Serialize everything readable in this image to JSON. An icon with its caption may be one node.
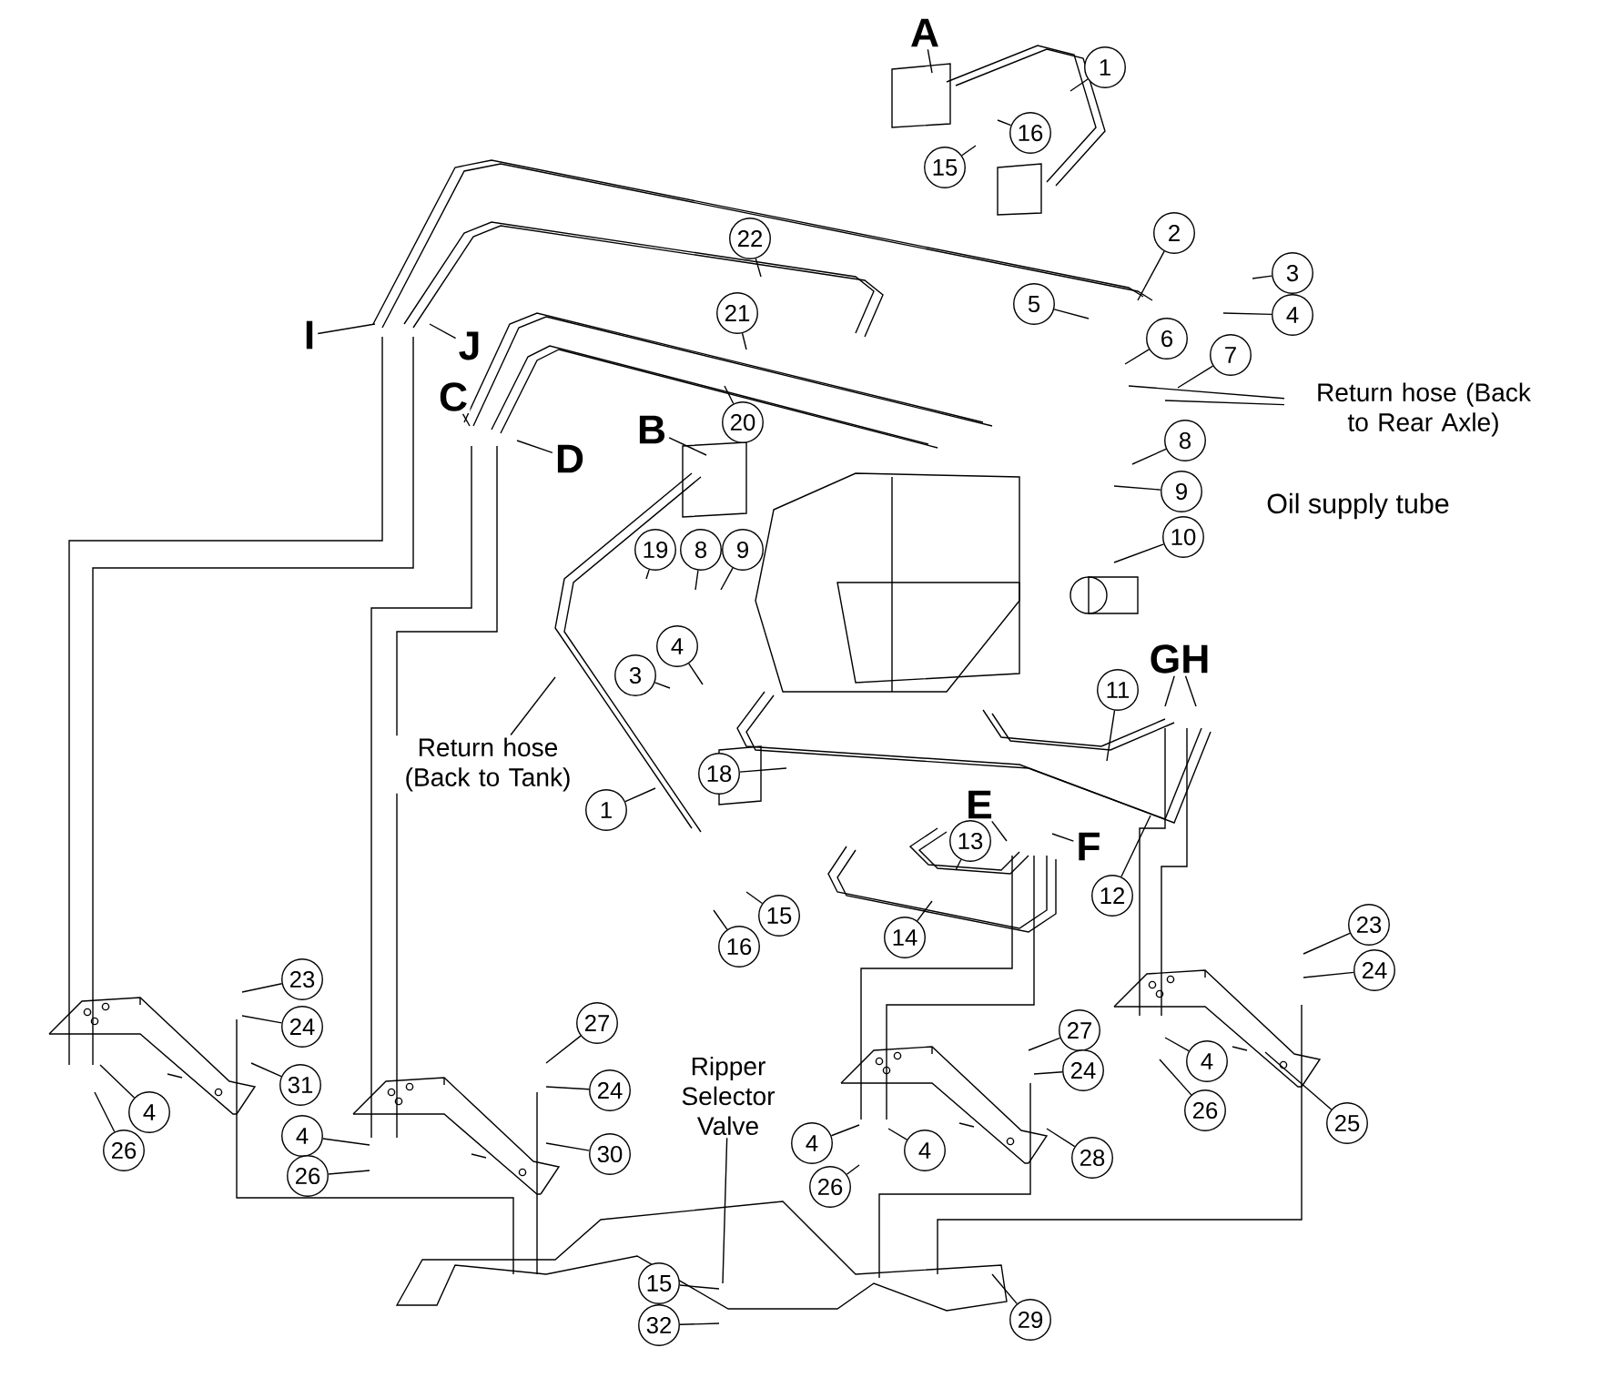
{
  "diagram": {
    "nodes": [
      {
        "text": [
          "A"
        ]
      },
      {
        "text": [
          "1"
        ]
      },
      {
        "text": [
          "16"
        ]
      },
      {
        "text": [
          "15"
        ]
      },
      {
        "text": [
          "2"
        ]
      },
      {
        "text": [
          "3"
        ]
      },
      {
        "text": [
          "4"
        ]
      },
      {
        "text": [
          "22"
        ]
      },
      {
        "text": [
          "I"
        ]
      },
      {
        "text": [
          "J"
        ]
      },
      {
        "text": [
          "5"
        ]
      },
      {
        "text": [
          "6"
        ]
      },
      {
        "text": [
          "7"
        ]
      },
      {
        "text": [
          "Return hose (Back to Rear Axle)"
        ]
      },
      {
        "text": [
          "21"
        ]
      },
      {
        "text": [
          "20"
        ]
      },
      {
        "text": [
          "C"
        ]
      },
      {
        "text": [
          "D"
        ]
      },
      {
        "text": [
          "8"
        ]
      },
      {
        "text": [
          "9"
        ]
      },
      {
        "text": [
          "10"
        ]
      },
      {
        "text": [
          "B"
        ]
      },
      {
        "text": [
          "19"
        ]
      },
      {
        "text": [
          "8"
        ]
      },
      {
        "text": [
          "9"
        ]
      },
      {
        "text": [
          "4"
        ]
      },
      {
        "text": [
          "3"
        ]
      },
      {
        "text": [
          "GH"
        ]
      },
      {
        "text": [
          "11"
        ]
      },
      {
        "text": [
          "Return hose (Back to Tank)"
        ]
      },
      {
        "text": [
          "18"
        ]
      },
      {
        "text": [
          "1"
        ]
      },
      {
        "text": [
          "E"
        ]
      },
      {
        "text": [
          "13"
        ]
      },
      {
        "text": [
          "F"
        ]
      },
      {
        "text": [
          "12"
        ]
      },
      {
        "text": [
          "14"
        ]
      },
      {
        "text": [
          "16"
        ]
      },
      {
        "text": [
          "15"
        ]
      },
      {
        "text": [
          "23"
        ]
      },
      {
        "text": [
          "24"
        ]
      },
      {
        "text": [
          "4"
        ]
      },
      {
        "text": [
          "26"
        ]
      },
      {
        "text": [
          "25"
        ]
      },
      {
        "text": [
          "23"
        ]
      },
      {
        "text": [
          "24"
        ]
      },
      {
        "text": [
          "27"
        ]
      },
      {
        "text": [
          "24"
        ]
      },
      {
        "text": [
          "31"
        ]
      },
      {
        "text": [
          "4"
        ]
      },
      {
        "text": [
          "26"
        ]
      },
      {
        "text": [
          "30"
        ]
      },
      {
        "text": [
          "4"
        ]
      },
      {
        "text": [
          "26"
        ]
      },
      {
        "text": [
          "Ripper Selector Valve"
        ]
      },
      {
        "text": [
          "27"
        ]
      },
      {
        "text": [
          "24"
        ]
      },
      {
        "text": [
          "4"
        ]
      },
      {
        "text": [
          "4"
        ]
      },
      {
        "text": [
          "26"
        ]
      },
      {
        "text": [
          "28"
        ]
      },
      {
        "text": [
          "15"
        ]
      },
      {
        "text": [
          "32"
        ]
      },
      {
        "text": [
          "29"
        ]
      }
    ],
    "edges": [
      {
        "from": 0,
        "to": null,
        "arrow": "none"
      },
      {
        "from": 1,
        "to": null,
        "arrow": "none"
      },
      {
        "from": 2,
        "to": null,
        "arrow": "none"
      },
      {
        "from": 3,
        "to": null,
        "arrow": "none"
      },
      {
        "from": 4,
        "to": null,
        "arrow": "none"
      },
      {
        "from": 5,
        "to": null,
        "arrow": "none"
      },
      {
        "from": 6,
        "to": null,
        "arrow": "none"
      },
      {
        "from": 7,
        "to": null,
        "arrow": "none"
      },
      {
        "from": 8,
        "to": null,
        "arrow": "none"
      },
      {
        "from": 9,
        "to": null,
        "arrow": "none"
      },
      {
        "from": 10,
        "to": null,
        "arrow": "none"
      },
      {
        "from": 11,
        "to": null,
        "arrow": "none"
      },
      {
        "from": 12,
        "to": null,
        "arrow": "none"
      },
      {
        "from": 13,
        "to": null,
        "arrow": "none"
      },
      {
        "from": 13,
        "to": null,
        "arrow": "none"
      },
      {
        "from": 14,
        "to": null,
        "arrow": "none"
      },
      {
        "from": 15,
        "to": null,
        "arrow": "none"
      },
      {
        "from": 16,
        "to": null,
        "arrow": "none"
      },
      {
        "from": 17,
        "to": null,
        "arrow": "none"
      },
      {
        "from": 18,
        "to": null,
        "arrow": "none"
      },
      {
        "from": 19,
        "to": null,
        "arrow": "none"
      },
      {
        "from": 20,
        "to": null,
        "arrow": "none"
      },
      {
        "from": 21,
        "to": null,
        "arrow": "none"
      },
      {
        "from": 22,
        "to": null,
        "arrow": "none"
      },
      {
        "from": 23,
        "to": null,
        "arrow": "none"
      },
      {
        "from": 24,
        "to": null,
        "arrow": "none"
      },
      {
        "from": 25,
        "to": null,
        "arrow": "none"
      },
      {
        "from": 26,
        "to": null,
        "arrow": "none"
      },
      {
        "from": 27,
        "to": null,
        "arrow": "none"
      },
      {
        "from": 27,
        "to": null,
        "arrow": "none"
      },
      {
        "from": 28,
        "to": null,
        "arrow": "none"
      },
      {
        "from": 29,
        "to": null,
        "arrow": "none"
      },
      {
        "from": 30,
        "to": null,
        "arrow": "none"
      },
      {
        "from": 31,
        "to": null,
        "arrow": "none"
      },
      {
        "from": 32,
        "to": null,
        "arrow": "none"
      },
      {
        "from": 33,
        "to": null,
        "arrow": "none"
      },
      {
        "from": 34,
        "to": null,
        "arrow": "none"
      },
      {
        "from": 35,
        "to": null,
        "arrow": "none"
      },
      {
        "from": 36,
        "to": null,
        "arrow": "none"
      },
      {
        "from": 37,
        "to": null,
        "arrow": "none"
      },
      {
        "from": 38,
        "to": null,
        "arrow": "none"
      },
      {
        "from": 39,
        "to": null,
        "arrow": "none"
      },
      {
        "from": 40,
        "to": null,
        "arrow": "none"
      },
      {
        "from": 41,
        "to": null,
        "arrow": "none"
      },
      {
        "from": 42,
        "to": null,
        "arrow": "none"
      },
      {
        "from": 43,
        "to": null,
        "arrow": "none"
      },
      {
        "from": 44,
        "to": null,
        "arrow": "none"
      },
      {
        "from": 45,
        "to": null,
        "arrow": "none"
      },
      {
        "from": 46,
        "to": null,
        "arrow": "none"
      },
      {
        "from": 47,
        "to": null,
        "arrow": "none"
      },
      {
        "from": 48,
        "to": null,
        "arrow": "none"
      },
      {
        "from": 49,
        "to": null,
        "arrow": "none"
      },
      {
        "from": 50,
        "to": null,
        "arrow": "none"
      },
      {
        "from": 51,
        "to": null,
        "arrow": "none"
      },
      {
        "from": 52,
        "to": null,
        "arrow": "none"
      },
      {
        "from": 53,
        "to": null,
        "arrow": "none"
      },
      {
        "from": 54,
        "to": null,
        "arrow": "none"
      },
      {
        "from": 55,
        "to": null,
        "arrow": "none"
      },
      {
        "from": 56,
        "to": null,
        "arrow": "none"
      },
      {
        "from": 57,
        "to": null,
        "arrow": "none"
      },
      {
        "from": 58,
        "to": null,
        "arrow": "none"
      },
      {
        "from": 59,
        "to": null,
        "arrow": "none"
      },
      {
        "from": 60,
        "to": null,
        "arrow": "none"
      },
      {
        "from": 61,
        "to": null,
        "arrow": "none"
      },
      {
        "from": 62,
        "to": null,
        "arrow": "none"
      },
      {
        "from": 63,
        "to": null,
        "arrow": "none"
      }
    ],
    "labels": [
      "Oil supply tube"
    ]
  }
}
